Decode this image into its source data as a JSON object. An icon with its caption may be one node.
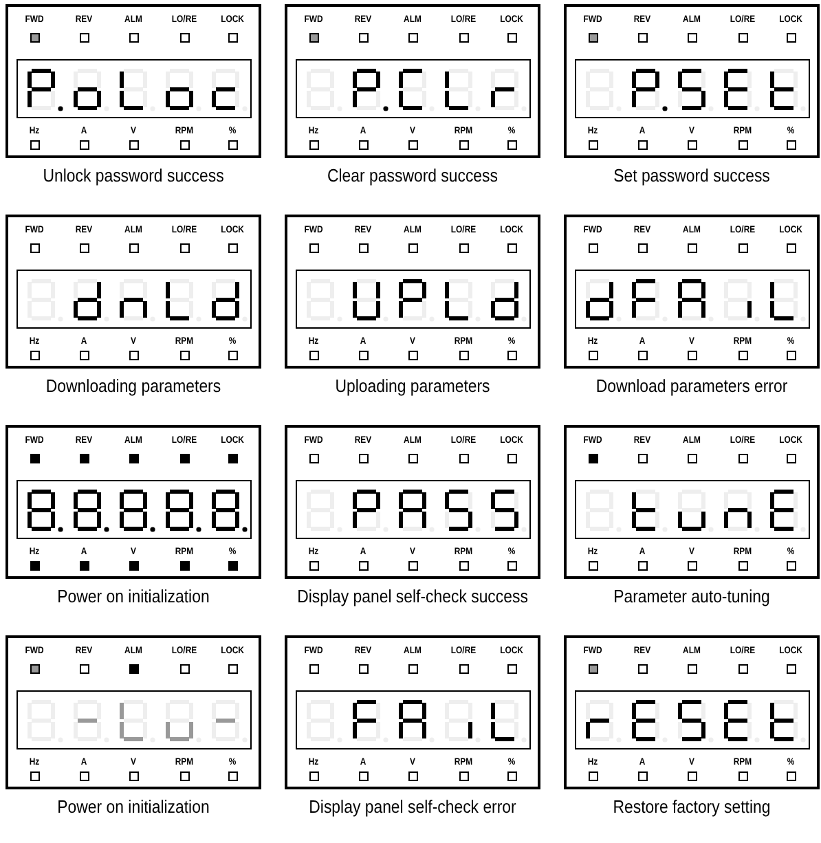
{
  "diagram": {
    "nodes": [
      {
        "text": [
          "FWD",
          "REV",
          "ALM",
          "LO/RE",
          "LOCK",
          "Hz",
          "A",
          "V",
          "RPM",
          "%"
        ],
        "beside": [
          "Unlock password success"
        ]
      },
      {
        "text": [
          "FWD",
          "REV",
          "ALM",
          "LO/RE",
          "LOCK",
          "Hz",
          "A",
          "V",
          "RPM",
          "%"
        ],
        "beside": [
          "Clear password success"
        ]
      },
      {
        "text": [
          "FWD",
          "REV",
          "ALM",
          "LO/RE",
          "LOCK",
          "Hz",
          "A",
          "V",
          "RPM",
          "%"
        ],
        "beside": [
          "Set password success"
        ]
      },
      {
        "text": [
          "FWD",
          "REV",
          "ALM",
          "LO/RE",
          "LOCK",
          "Hz",
          "A",
          "V",
          "RPM",
          "%"
        ],
        "beside": [
          "Downloading parameters"
        ]
      },
      {
        "text": [
          "FWD",
          "REV",
          "ALM",
          "LO/RE",
          "LOCK",
          "Hz",
          "A",
          "V",
          "RPM",
          "%"
        ],
        "beside": [
          "Uploading parameters"
        ]
      },
      {
        "text": [
          "FWD",
          "REV",
          "ALM",
          "LO/RE",
          "LOCK",
          "Hz",
          "A",
          "V",
          "RPM",
          "%"
        ],
        "beside": [
          "Download parameters error"
        ]
      },
      {
        "text": [
          "FWD",
          "REV",
          "ALM",
          "LO/RE",
          "LOCK",
          "Hz",
          "A",
          "V",
          "RPM",
          "%"
        ],
        "beside": [
          "Power on initialization"
        ]
      },
      {
        "text": [
          "FWD",
          "REV",
          "ALM",
          "LO/RE",
          "LOCK",
          "Hz",
          "A",
          "V",
          "RPM",
          "%"
        ],
        "beside": [
          "Display panel self-check success"
        ]
      },
      {
        "text": [
          "FWD",
          "REV",
          "ALM",
          "LO/RE",
          "LOCK",
          "Hz",
          "A",
          "V",
          "RPM",
          "%"
        ],
        "beside": [
          "Parameter auto-tuning"
        ]
      },
      {
        "text": [
          "FWD",
          "REV",
          "ALM",
          "LO/RE",
          "LOCK",
          "Hz",
          "A",
          "V",
          "RPM",
          "%"
        ],
        "beside": [
          "Power on initialization"
        ]
      },
      {
        "text": [
          "FWD",
          "REV",
          "ALM",
          "LO/RE",
          "LOCK",
          "Hz",
          "A",
          "V",
          "RPM",
          "%"
        ],
        "beside": [
          "Display panel self-check error"
        ]
      },
      {
        "text": [
          "FWD",
          "REV",
          "ALM",
          "LO/RE",
          "LOCK",
          "Hz",
          "A",
          "V",
          "RPM",
          "%"
        ],
        "beside": [
          "Restore factory setting"
        ]
      }
    ]
  }
}
